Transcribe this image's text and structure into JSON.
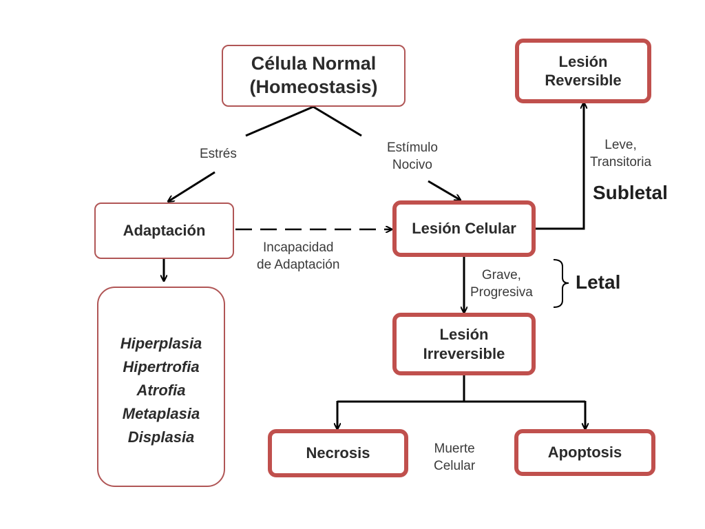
{
  "nodes": {
    "celula_normal": [
      "Célula Normal",
      "(Homeostasis)"
    ],
    "adaptacion": "Adaptación",
    "lesion_celular": "Lesión Celular",
    "lesion_reversible": [
      "Lesión",
      "Reversible"
    ],
    "lesion_irreversible": [
      "Lesión",
      "Irreversible"
    ],
    "necrosis": "Necrosis",
    "apoptosis": "Apoptosis",
    "adaptaciones": [
      "Hiperplasia",
      "Hipertrofia",
      "Atrofia",
      "Metaplasia",
      "Displasia"
    ]
  },
  "labels": {
    "estres": "Estrés",
    "estimulo_nocivo": [
      "Estímulo",
      "Nocivo"
    ],
    "incapacidad": [
      "Incapacidad",
      "de Adaptación"
    ],
    "leve_transitoria": [
      "Leve,",
      "Transitoria"
    ],
    "subletal": "Subletal",
    "grave_progresiva": [
      "Grave,",
      "Progresiva"
    ],
    "letal": "Letal",
    "muerte_celular": [
      "Muerte",
      "Celular"
    ]
  },
  "colors": {
    "border": "#c0504d",
    "text": "#2b2b2b",
    "line": "#000000"
  }
}
